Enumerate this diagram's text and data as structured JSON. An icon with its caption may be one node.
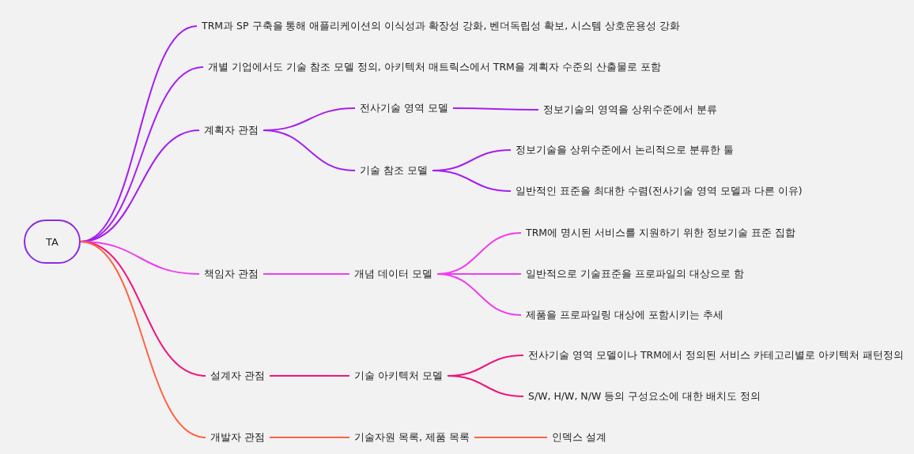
{
  "diagram": {
    "nodes": [
      {
        "text": [
          "TA"
        ]
      },
      {
        "text": [
          "TRM과 SP 구축을 통해 애플리케이션의 이식성과 확장성 강화, 벤더독립성 확보, 시스템 상호운용성 강화"
        ]
      },
      {
        "text": [
          "개별 기업에서도 기술 참조 모델 정의, 아키텍처 매트릭스에서 TRM을 계획자 수준의 산출물로 포함"
        ]
      },
      {
        "text": [
          "계획자 관점"
        ]
      },
      {
        "text": [
          "전사기술 영역 모델"
        ]
      },
      {
        "text": [
          "정보기술의 영역을 상위수준에서 분류"
        ]
      },
      {
        "text": [
          "기술 참조 모델"
        ]
      },
      {
        "text": [
          "정보기술을 상위수준에서 논리적으로 분류한 툴"
        ]
      },
      {
        "text": [
          "일반적인 표준을 최대한 수렴(전사기술 영역 모델과 다른 이유)"
        ]
      },
      {
        "text": [
          "책임자 관점"
        ]
      },
      {
        "text": [
          "개념 데이터 모델"
        ]
      },
      {
        "text": [
          "TRM에 명시된 서비스를 지원하기 위한 정보기술 표준 집합"
        ]
      },
      {
        "text": [
          "일반적으로 기술표준을 프로파일의 대상으로 함"
        ]
      },
      {
        "text": [
          "제품을 프로파일링 대상에 포함시키는 추세"
        ]
      },
      {
        "text": [
          "설계자 관점"
        ]
      },
      {
        "text": [
          "기술 아키텍처 모델"
        ]
      },
      {
        "text": [
          "전사기술 영역 모델이나 TRM에서 정의된 서비스 카테고리별로 아키텍처 패턴정의"
        ]
      },
      {
        "text": [
          "S/W, H/W, N/W 등의 구성요소에 대한 배치도 정의"
        ]
      },
      {
        "text": [
          "개발자 관점"
        ]
      },
      {
        "text": [
          "기술자원 목록, 제품 목록"
        ]
      },
      {
        "text": [
          "인덱스 설계"
        ]
      }
    ],
    "edges": [
      {
        "from": 0,
        "to": 1,
        "arrow": "none"
      },
      {
        "from": 0,
        "to": 2,
        "arrow": "none"
      },
      {
        "from": 0,
        "to": 3,
        "arrow": "none"
      },
      {
        "from": 3,
        "to": 4,
        "arrow": "none"
      },
      {
        "from": 4,
        "to": 5,
        "arrow": "none"
      },
      {
        "from": 3,
        "to": 6,
        "arrow": "none"
      },
      {
        "from": 6,
        "to": 7,
        "arrow": "none"
      },
      {
        "from": 6,
        "to": 8,
        "arrow": "none"
      },
      {
        "from": 0,
        "to": 9,
        "arrow": "none",
        "color": "#f03cf0"
      },
      {
        "from": 9,
        "to": 10,
        "arrow": "none",
        "color": "#f03cf0"
      },
      {
        "from": 10,
        "to": 11,
        "arrow": "none",
        "color": "#f03cf0"
      },
      {
        "from": 10,
        "to": 12,
        "arrow": "none",
        "color": "#f03cf0"
      },
      {
        "from": 10,
        "to": 13,
        "arrow": "none",
        "color": "#f03cf0"
      },
      {
        "from": 0,
        "to": 14,
        "arrow": "none",
        "color": "#f0157e"
      },
      {
        "from": 14,
        "to": 15,
        "arrow": "none",
        "color": "#f0157e"
      },
      {
        "from": 15,
        "to": 16,
        "arrow": "none",
        "color": "#f0157e"
      },
      {
        "from": 15,
        "to": 17,
        "arrow": "none",
        "color": "#f0157e"
      },
      {
        "from": 0,
        "to": 18,
        "arrow": "none",
        "color": "#ff6242"
      },
      {
        "from": 18,
        "to": 19,
        "arrow": "none",
        "color": "#ff6242"
      },
      {
        "from": 19,
        "to": 20,
        "arrow": "none",
        "color": "#ff6242"
      }
    ]
  }
}
